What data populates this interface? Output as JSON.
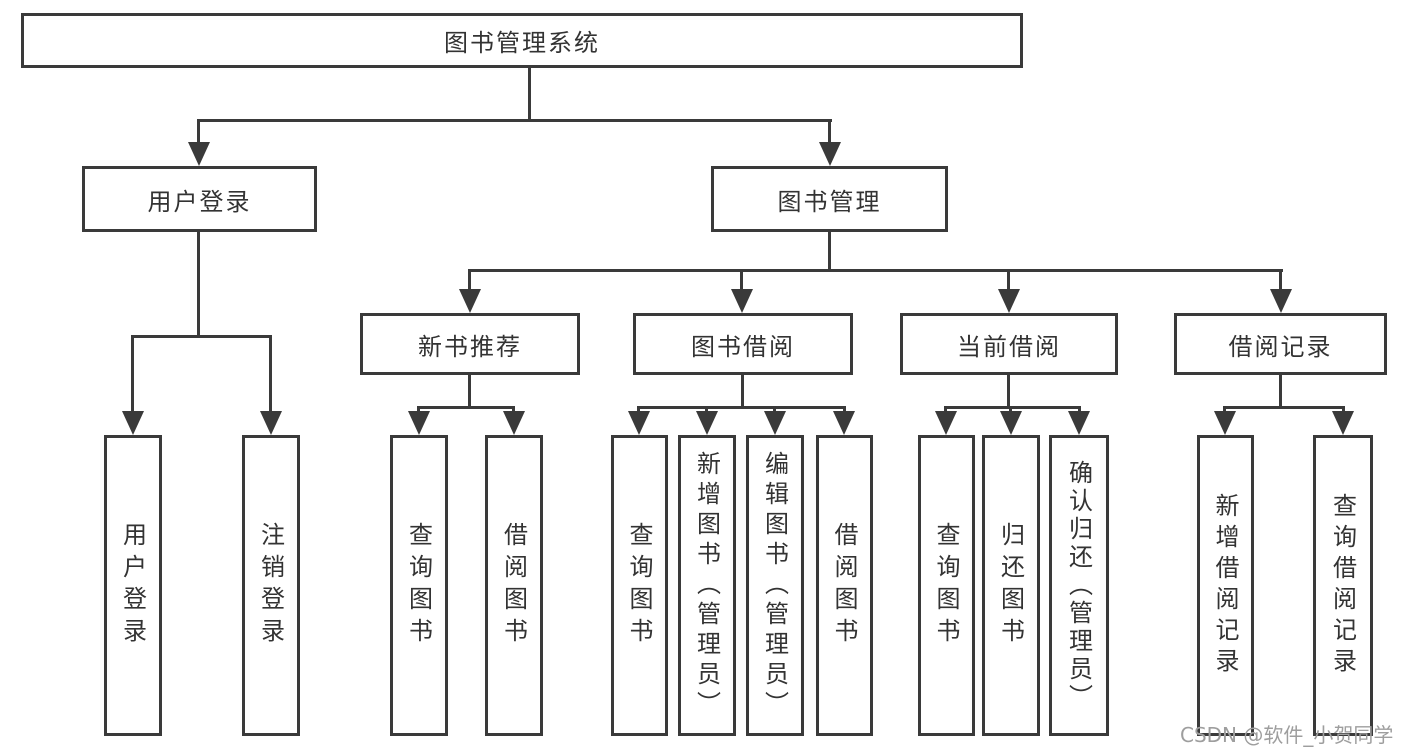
{
  "nodes": {
    "root": {
      "label": "图书管理系统"
    },
    "level2": [
      {
        "label": "用户登录"
      },
      {
        "label": "图书管理"
      }
    ],
    "level3": [
      {
        "label": "新书推荐"
      },
      {
        "label": "图书借阅"
      },
      {
        "label": "当前借阅"
      },
      {
        "label": "借阅记录"
      }
    ],
    "leaves": [
      {
        "label": "用户登录"
      },
      {
        "label": "注销登录"
      },
      {
        "label": "查询图书"
      },
      {
        "label": "借阅图书"
      },
      {
        "label": "查询图书"
      },
      {
        "label": "新增图书（管理员）"
      },
      {
        "label": "编辑图书（管理员）"
      },
      {
        "label": "借阅图书"
      },
      {
        "label": "查询图书"
      },
      {
        "label": "归还图书"
      },
      {
        "label": "确认归还（管理员）"
      },
      {
        "label": "新增借阅记录"
      },
      {
        "label": "查询借阅记录"
      }
    ]
  },
  "watermark": {
    "text": "CSDN @软件_小贺同学"
  },
  "colors": {
    "line": "#3a3a3a",
    "text": "#333333",
    "watermark": "#9e9e9e",
    "background": "#ffffff"
  }
}
